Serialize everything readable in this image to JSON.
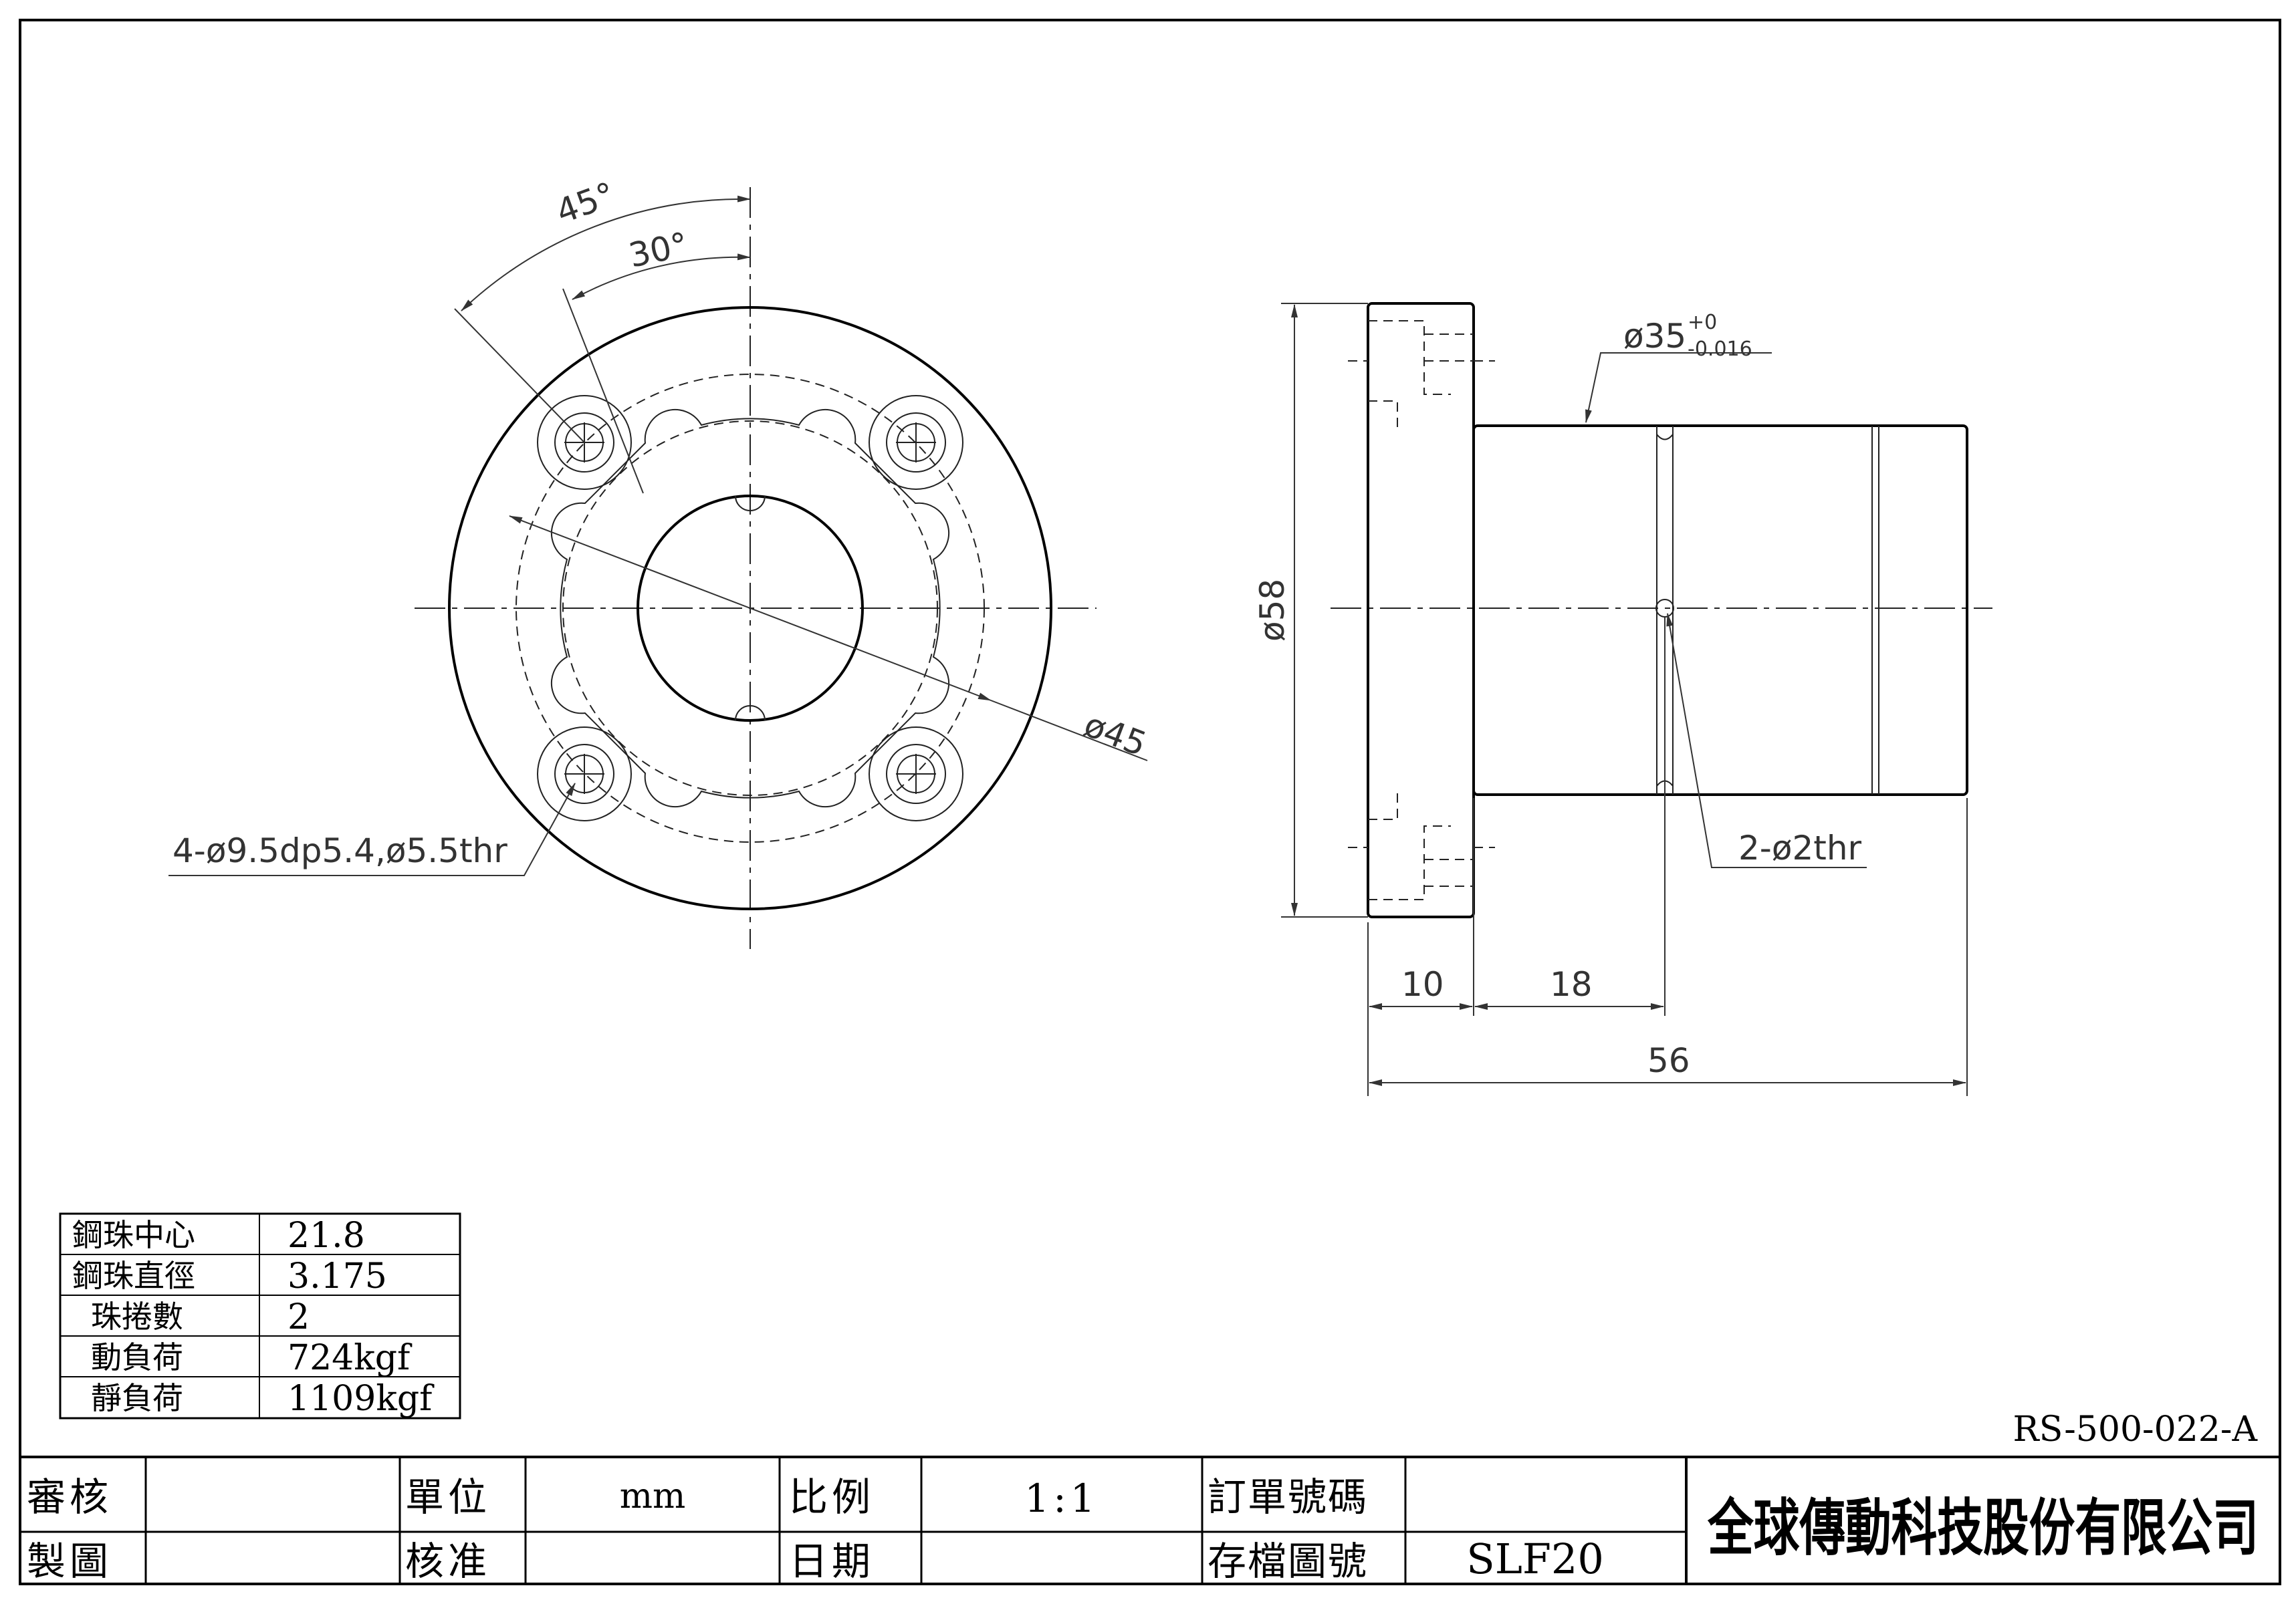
{
  "front_view": {
    "angle_outer": "45°",
    "angle_inner": "30°",
    "dia_bolt_circle": "ø45",
    "hole_spec": "4-ø9.5dp5.4,ø5.5thr"
  },
  "side_view": {
    "dia_flange": "ø58",
    "dia_body": "ø35",
    "tol_upper": "+0",
    "tol_lower": "-0.016",
    "hole_note": "2-ø2thr",
    "len_flange": "10",
    "len_to_hole": "18",
    "len_total": "56"
  },
  "spec_table": [
    {
      "label": "鋼珠中心",
      "value": "21.8"
    },
    {
      "label": "鋼珠直徑",
      "value": "3.175"
    },
    {
      "label": "珠捲數",
      "value": "2"
    },
    {
      "label": "動負荷",
      "value": "724kgf"
    },
    {
      "label": "靜負荷",
      "value": "1109kgf"
    }
  ],
  "drawing_code": "RS-500-022-A",
  "title_block": {
    "review_label": "審核",
    "review_value": "",
    "draw_label": "製圖",
    "draw_value": "",
    "unit_label": "單位",
    "unit_value": "mm",
    "approve_label": "核准",
    "approve_value": "",
    "scale_label": "比例",
    "scale_value": "1:1",
    "date_label": "日期",
    "date_value": "",
    "order_label": "訂單號碼",
    "order_value": "",
    "file_label": "存檔圖號",
    "file_value": "SLF20",
    "company": "全球傳動科技股份有限公司"
  }
}
